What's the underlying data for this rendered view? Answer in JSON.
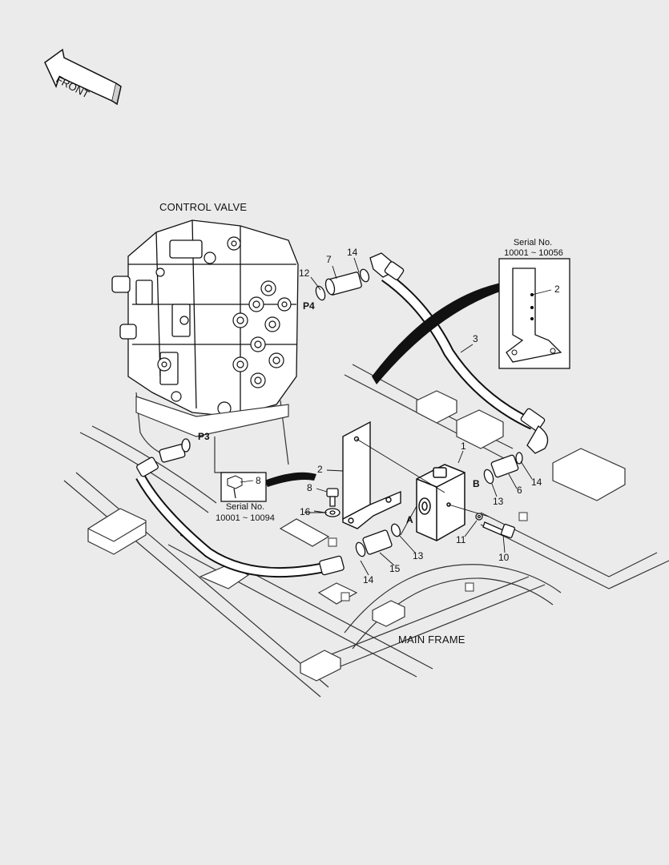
{
  "front_arrow": {
    "label": "FRONT"
  },
  "titles": {
    "control_valve": "CONTROL VALVE",
    "main_frame": "MAIN FRAME"
  },
  "serial_boxes": [
    {
      "caption": "Serial No.",
      "range": "10001 ~ 10056",
      "part": "2"
    },
    {
      "caption": "Serial No.",
      "range": "10001 ~ 10094",
      "part": "8"
    }
  ],
  "ports": {
    "p3": "P3",
    "p4": "P4",
    "a": "A",
    "b": "B"
  },
  "callouts": {
    "c1": "1",
    "c2": "2",
    "c3": "3",
    "c6": "6",
    "c7": "7",
    "c8": "8",
    "c10": "10",
    "c11": "11",
    "c12": "12",
    "c13a": "13",
    "c13b": "13",
    "c14a": "14",
    "c14b": "14",
    "c14c": "14",
    "c15": "15",
    "c16": "16"
  },
  "colors": {
    "background": "#ebebeb",
    "line": "#111111",
    "part_fill": "#ffffff",
    "shade": "#bfbfbf"
  }
}
